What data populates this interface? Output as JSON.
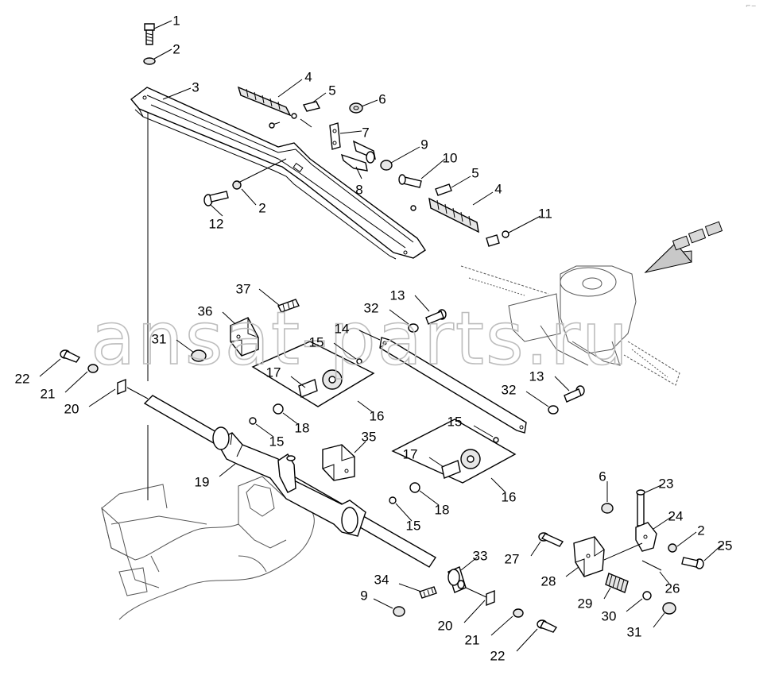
{
  "watermark": "ansat-parts.ru",
  "corner_mark": "⌐−",
  "callouts": [
    {
      "id": "c1",
      "label": "1"
    },
    {
      "id": "c2a",
      "label": "2"
    },
    {
      "id": "c3",
      "label": "3"
    },
    {
      "id": "c4a",
      "label": "4"
    },
    {
      "id": "c5a",
      "label": "5"
    },
    {
      "id": "c6a",
      "label": "6"
    },
    {
      "id": "c7",
      "label": "7"
    },
    {
      "id": "c8",
      "label": "8"
    },
    {
      "id": "c9a",
      "label": "9"
    },
    {
      "id": "c10",
      "label": "10"
    },
    {
      "id": "c5b",
      "label": "5"
    },
    {
      "id": "c4b",
      "label": "4"
    },
    {
      "id": "c2b",
      "label": "2"
    },
    {
      "id": "c12",
      "label": "12"
    },
    {
      "id": "c11",
      "label": "11"
    },
    {
      "id": "c37",
      "label": "37"
    },
    {
      "id": "c36",
      "label": "36"
    },
    {
      "id": "c31a",
      "label": "31"
    },
    {
      "id": "c32a",
      "label": "32"
    },
    {
      "id": "c13a",
      "label": "13"
    },
    {
      "id": "c14",
      "label": "14"
    },
    {
      "id": "c15a",
      "label": "15"
    },
    {
      "id": "c17a",
      "label": "17"
    },
    {
      "id": "c16a",
      "label": "16"
    },
    {
      "id": "c18a",
      "label": "18"
    },
    {
      "id": "c15b",
      "label": "15"
    },
    {
      "id": "c22a",
      "label": "22"
    },
    {
      "id": "c21a",
      "label": "21"
    },
    {
      "id": "c20a",
      "label": "20"
    },
    {
      "id": "c19",
      "label": "19"
    },
    {
      "id": "c35",
      "label": "35"
    },
    {
      "id": "c13b",
      "label": "13"
    },
    {
      "id": "c32b",
      "label": "32"
    },
    {
      "id": "c15c",
      "label": "15"
    },
    {
      "id": "c17b",
      "label": "17"
    },
    {
      "id": "c16b",
      "label": "16"
    },
    {
      "id": "c18b",
      "label": "18"
    },
    {
      "id": "c15d",
      "label": "15"
    },
    {
      "id": "c6b",
      "label": "6"
    },
    {
      "id": "c23",
      "label": "23"
    },
    {
      "id": "c24",
      "label": "24"
    },
    {
      "id": "c2c",
      "label": "2"
    },
    {
      "id": "c25",
      "label": "25"
    },
    {
      "id": "c27",
      "label": "27"
    },
    {
      "id": "c28",
      "label": "28"
    },
    {
      "id": "c26",
      "label": "26"
    },
    {
      "id": "c29",
      "label": "29"
    },
    {
      "id": "c30",
      "label": "30"
    },
    {
      "id": "c31b",
      "label": "31"
    },
    {
      "id": "c33",
      "label": "33"
    },
    {
      "id": "c34",
      "label": "34"
    },
    {
      "id": "c9b",
      "label": "9"
    },
    {
      "id": "c20b",
      "label": "20"
    },
    {
      "id": "c21b",
      "label": "21"
    },
    {
      "id": "c22b",
      "label": "22"
    }
  ]
}
